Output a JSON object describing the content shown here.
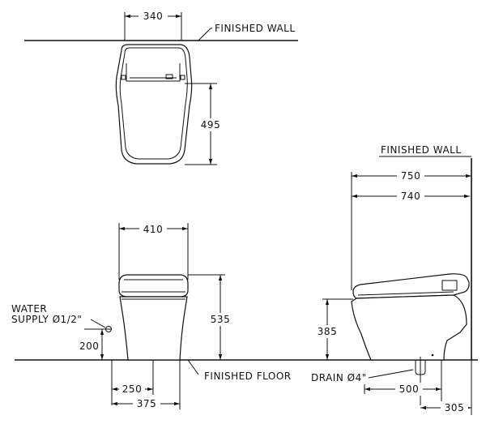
{
  "labels": {
    "finished_wall_top": "FINISHED WALL",
    "finished_wall_side": "FINISHED WALL",
    "finished_floor": "FINISHED FLOOR",
    "water_supply_line1": "WATER",
    "water_supply_line2": "SUPPLY Ø1/2\"",
    "drain": "DRAIN Ø4\""
  },
  "dimensions": {
    "top_width": "340",
    "top_depth": "495",
    "front_width": "410",
    "front_height": "535",
    "supply_height": "200",
    "offset_250": "250",
    "offset_375": "375",
    "side_750": "750",
    "side_740": "740",
    "seat_height": "385",
    "drain_500": "500",
    "drain_305": "305"
  }
}
